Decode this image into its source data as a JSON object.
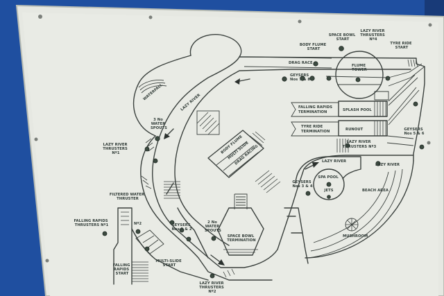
{
  "labels": {
    "body_flume_start": [
      "BODY FLUME",
      "START"
    ],
    "space_bowl_start": [
      "SPACE BOWL",
      "START"
    ],
    "lazy_river_thrusters_4": [
      "LAZY RIVER",
      "THRUSTERS",
      "Nº4"
    ],
    "tyre_ride_start": [
      "TYRE RIDE",
      "START"
    ],
    "drag_race": "DRAG RACE",
    "geysers_7_8": [
      "GEYSERS",
      "Nos 7 & 8"
    ],
    "flume_tower": [
      "FLUME",
      "TOWER"
    ],
    "waterfall": "WATERFALL",
    "lazy_river_top": "LAZY RIVER",
    "falling_rapids_termination": [
      "FALLING RAPIDS",
      "TERMINATION"
    ],
    "splash_pool": "SPLASH POOL",
    "tyre_ride_termination": [
      "TYRE RIDE",
      "TERMINATION"
    ],
    "runout": "RUNOUT",
    "geysers_5_6": [
      "GEYSERS",
      "Nos 5 & 6"
    ],
    "water_spouts_3": [
      "3 No",
      "WATER",
      "SPOUTS"
    ],
    "lazy_river_thrusters_1": [
      "LAZY RIVER",
      "THRUSTERS",
      "Nº1"
    ],
    "lazy_river_thrusters_3": [
      "LAZY RIVER",
      "THRUSTERS Nº3"
    ],
    "body_flume": "BODY FLUME",
    "multi_slide": "MULTI SLIDE",
    "drag_racing": "DRAG RACING",
    "lazy_river_mid": "LAZY RIVER",
    "lazy_river_right": "LAZY RIVER",
    "spa_pool": [
      "SPA POOL",
      "JETS"
    ],
    "geysers_3_4": [
      "GEYSERS",
      "Nos 3 & 4"
    ],
    "beach_area": "BEACH AREA",
    "filtered_water_thruster": [
      "FILTERED WATER",
      "THRUSTER"
    ],
    "falling_rapids_thrusters_1": [
      "FALLING RAPIDS",
      "THRUSTERS Nº1"
    ],
    "no2": "Nº2",
    "geysers_1_2": [
      "GEYSERS",
      "Nos 1 & 2"
    ],
    "water_spouts_2": [
      "2 No",
      "WATER",
      "SPOUTS"
    ],
    "space_bowl_termination": [
      "SPACE BOWL",
      "TERMINATION"
    ],
    "mushroom": "MUSHROOM",
    "falling_rapids_start": [
      "FALLING",
      "RAPIDS",
      "START"
    ],
    "multi_slide_start": [
      "MULTI-SLIDE",
      "START"
    ],
    "lazy_river_thrusters_2": [
      "LAZY RIVER",
      "THRUSTERS",
      "Nº2"
    ]
  },
  "colors": {
    "board": "#e6e8e2",
    "board_edge": "#c9ccc4",
    "wall": "#1f4fa0",
    "ink": "#3a403d",
    "marker": "#3c4a40"
  }
}
